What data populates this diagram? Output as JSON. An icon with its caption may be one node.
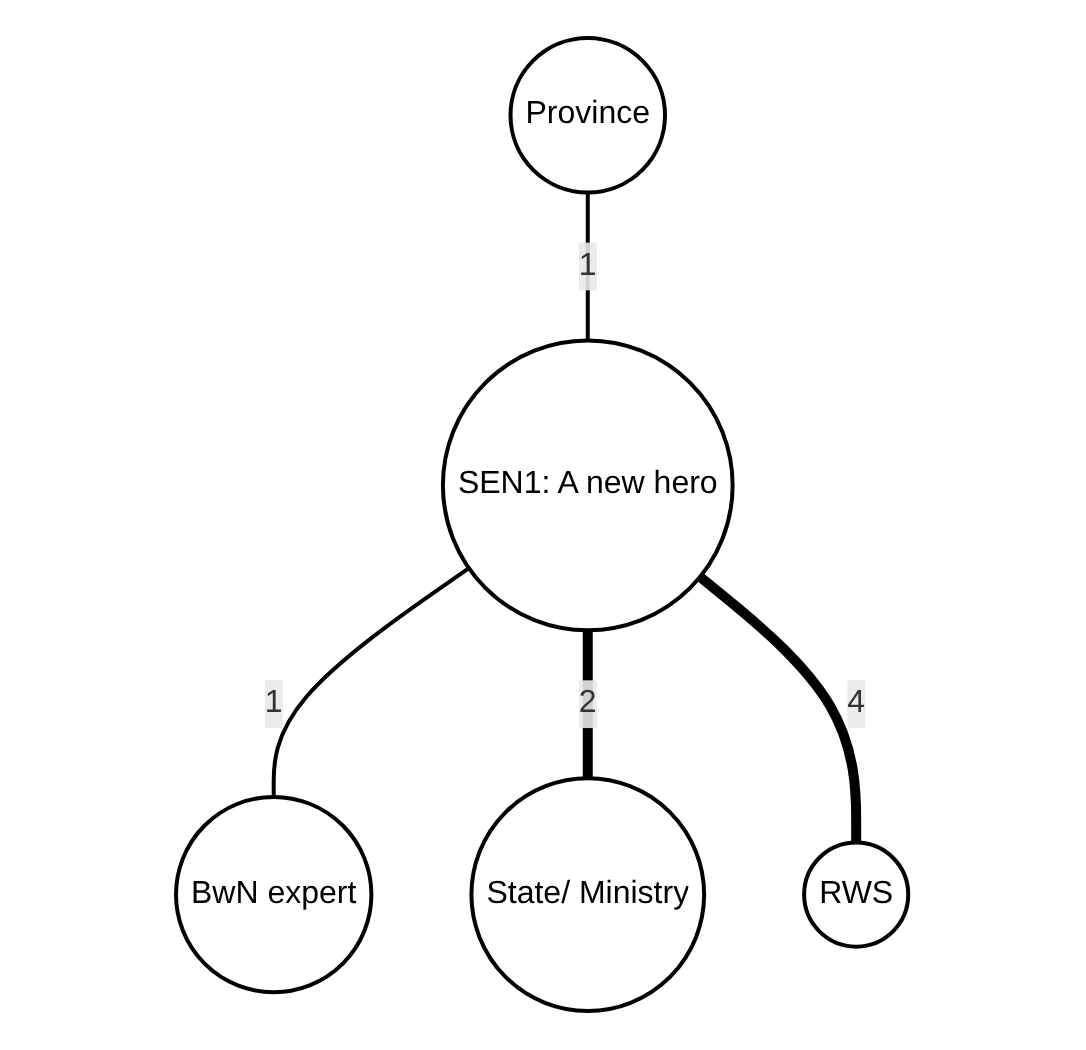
{
  "diagram": {
    "nodes": [
      {
        "text": [
          "Province"
        ]
      },
      {
        "text": [
          "BwN expert"
        ]
      },
      {
        "text": [
          "SEN1: A new hero"
        ]
      },
      {
        "text": [
          "State/ Ministry"
        ]
      },
      {
        "text": [
          "RWS"
        ]
      }
    ],
    "edges": [
      {
        "from": 0,
        "to": 2,
        "arrow": "none",
        "label": "1"
      },
      {
        "from": 2,
        "to": 1,
        "arrow": "none",
        "label": "1"
      },
      {
        "from": 2,
        "to": 3,
        "arrow": "none",
        "label": "2",
        "style": "thick"
      },
      {
        "from": 2,
        "to": 4,
        "arrow": "none",
        "label": "4",
        "style": "thick"
      }
    ]
  }
}
